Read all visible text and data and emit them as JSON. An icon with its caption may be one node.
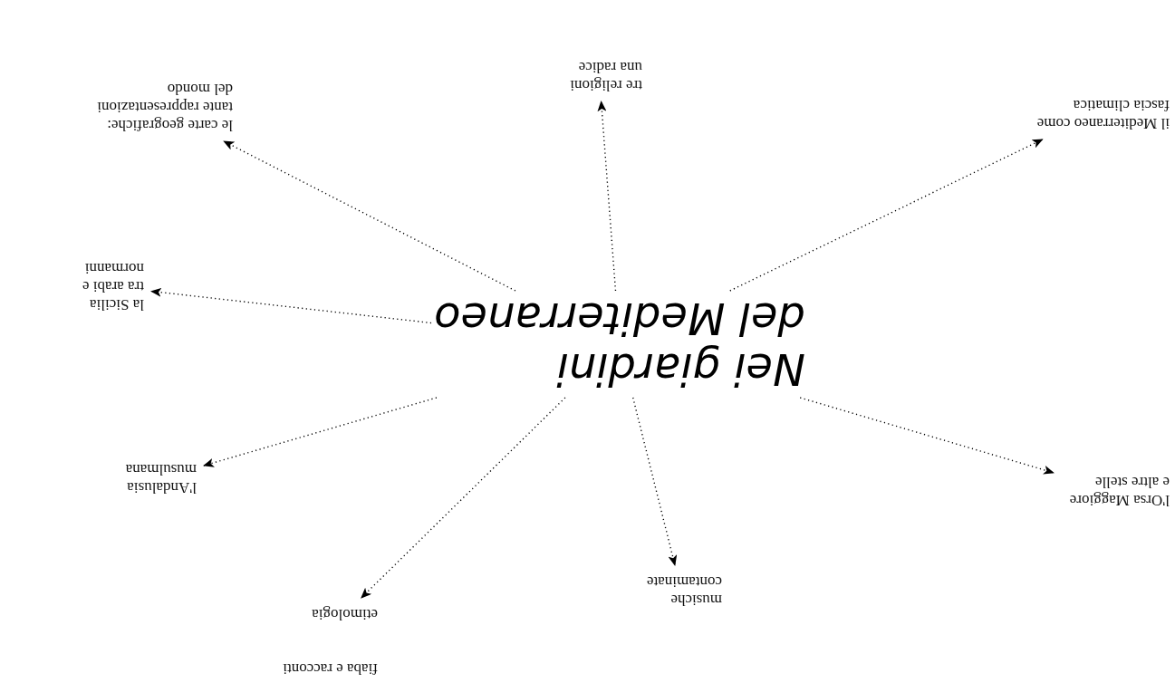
{
  "diagram": {
    "nodes": [
      {
        "text": [
          "Nei giardini del Mediterraneo"
        ]
      },
      {
        "text": [
          "tre religioni una radice"
        ]
      },
      {
        "text": [
          "le carte geografiche: tante rappresentazioni del mondo"
        ]
      },
      {
        "text": [
          "la Sicilia tra arabi e normanni"
        ]
      },
      {
        "text": [
          "l'Andalusia musulmana"
        ]
      },
      {
        "text": [
          "etimologia"
        ]
      },
      {
        "text": [
          "musiche contaminate"
        ]
      },
      {
        "text": [
          "l'Orsa Maggiore e altre stelle"
        ]
      },
      {
        "text": [
          "il Mediterraneo come fascia climatica"
        ]
      }
    ],
    "edges": [
      {
        "from": 0,
        "to": 1,
        "arrow": "to"
      },
      {
        "from": 0,
        "to": 2,
        "arrow": "to"
      },
      {
        "from": 0,
        "to": 3,
        "arrow": "to"
      },
      {
        "from": 0,
        "to": 4,
        "arrow": "to"
      },
      {
        "from": 0,
        "to": 5,
        "arrow": "to"
      },
      {
        "from": 0,
        "to": 6,
        "arrow": "to"
      },
      {
        "from": 0,
        "to": 7,
        "arrow": "to"
      },
      {
        "from": 0,
        "to": 8,
        "arrow": "to"
      }
    ],
    "labels": [
      "fiaba e racconti"
    ]
  }
}
